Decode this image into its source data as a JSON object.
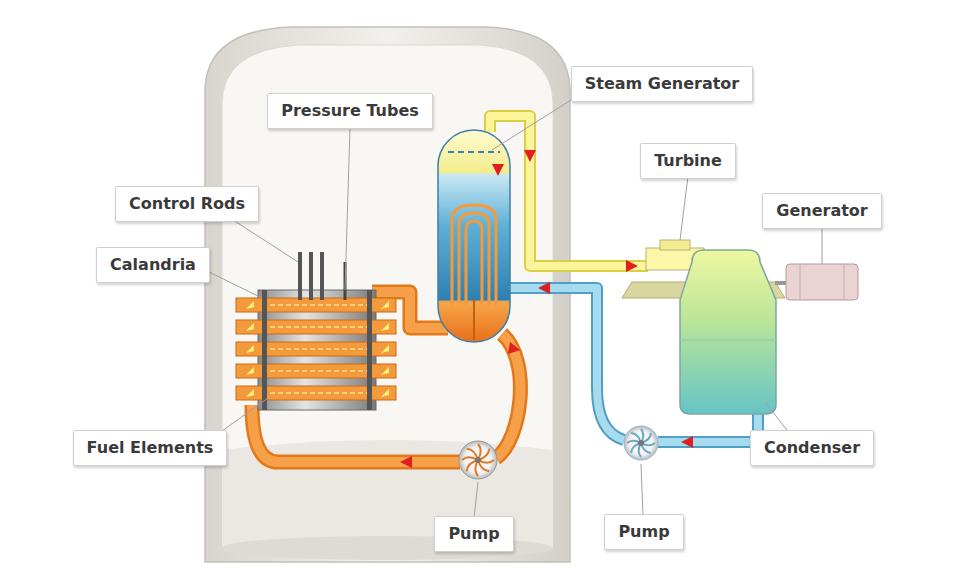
{
  "diagram": {
    "nodes": [
      {
        "text": [
          "Steam Generator"
        ]
      },
      {
        "text": [
          "Pressure Tubes"
        ]
      },
      {
        "text": [
          "Turbine"
        ]
      },
      {
        "text": [
          "Control Rods"
        ]
      },
      {
        "text": [
          "Generator"
        ]
      },
      {
        "text": [
          "Calandria"
        ]
      },
      {
        "text": [
          "Fuel Elements"
        ]
      },
      {
        "text": [
          "Condenser"
        ]
      },
      {
        "text": [
          "Pump"
        ]
      },
      {
        "text": [
          "Pump"
        ]
      }
    ]
  }
}
